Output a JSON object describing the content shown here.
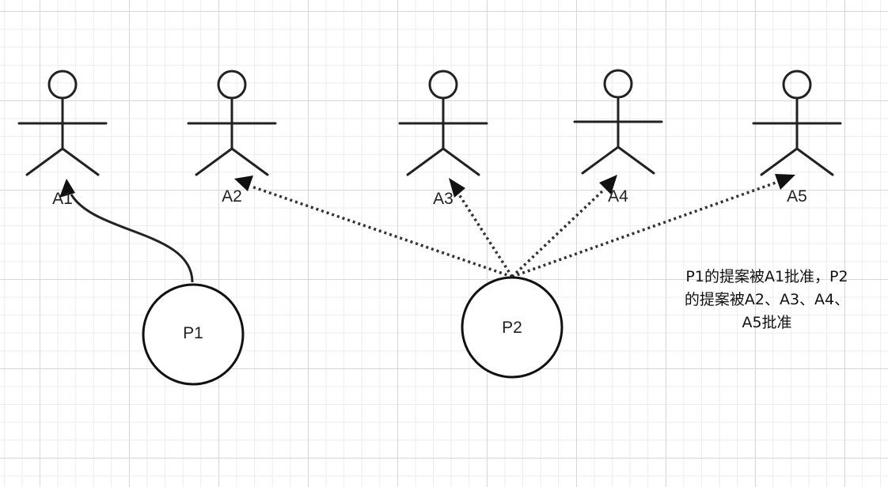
{
  "diagram": {
    "actors": [
      {
        "id": "A1",
        "label": "A1"
      },
      {
        "id": "A2",
        "label": "A2"
      },
      {
        "id": "A3",
        "label": "A3"
      },
      {
        "id": "A4",
        "label": "A4"
      },
      {
        "id": "A5",
        "label": "A5"
      }
    ],
    "proposers": [
      {
        "id": "P1",
        "label": "P1"
      },
      {
        "id": "P2",
        "label": "P2"
      }
    ],
    "edges": [
      {
        "from": "P1",
        "to": "A1",
        "style": "solid"
      },
      {
        "from": "P2",
        "to": "A2",
        "style": "dotted"
      },
      {
        "from": "P2",
        "to": "A3",
        "style": "dotted"
      },
      {
        "from": "P2",
        "to": "A4",
        "style": "dotted"
      },
      {
        "from": "P2",
        "to": "A5",
        "style": "dotted"
      }
    ],
    "note": {
      "line1": "P1的提案被A1批准，P2",
      "line2": "的提案被A2、A3、A4、",
      "line3": "A5批准"
    }
  }
}
